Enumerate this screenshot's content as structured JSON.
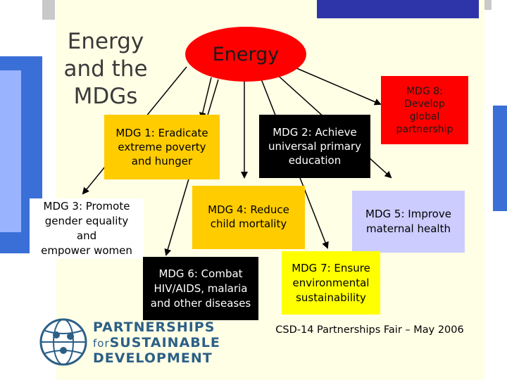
{
  "slide": {
    "title": "Energy\nand the\nMDGs",
    "footer": "CSD-14 Partnerships Fair – May 2006"
  },
  "diagram": {
    "center": {
      "label": "Energy",
      "fill": "#ff0000"
    },
    "nodes": {
      "mdg1": {
        "label": "MDG 1: Eradicate\nextreme poverty\nand hunger",
        "fill": "#ffcc00"
      },
      "mdg2": {
        "label": "MDG 2: Achieve\nuniversal primary\neducation",
        "fill": "#000000"
      },
      "mdg3": {
        "label": "MDG 3: Promote\ngender equality\nand\nempower women",
        "fill": "#ffffff"
      },
      "mdg4": {
        "label": "MDG 4: Reduce\nchild mortality",
        "fill": "#ffcc00"
      },
      "mdg5": {
        "label": "MDG 5: Improve\nmaternal health",
        "fill": "#ccccff"
      },
      "mdg6": {
        "label": "MDG 6: Combat\nHIV/AIDS, malaria\nand other diseases",
        "fill": "#000000"
      },
      "mdg7": {
        "label": "MDG 7: Ensure\nenvironmental\nsustainability",
        "fill": "#ffff00"
      },
      "mdg8": {
        "label": "MDG 8:\nDevelop\nglobal\npartnership",
        "fill": "#ff0000"
      }
    }
  },
  "logo": {
    "line1": "PARTNERSHIPS",
    "line2a": "for",
    "line2b": "SUSTAINABLE",
    "line3": "DEVELOPMENT",
    "color": "#2c5f86"
  }
}
